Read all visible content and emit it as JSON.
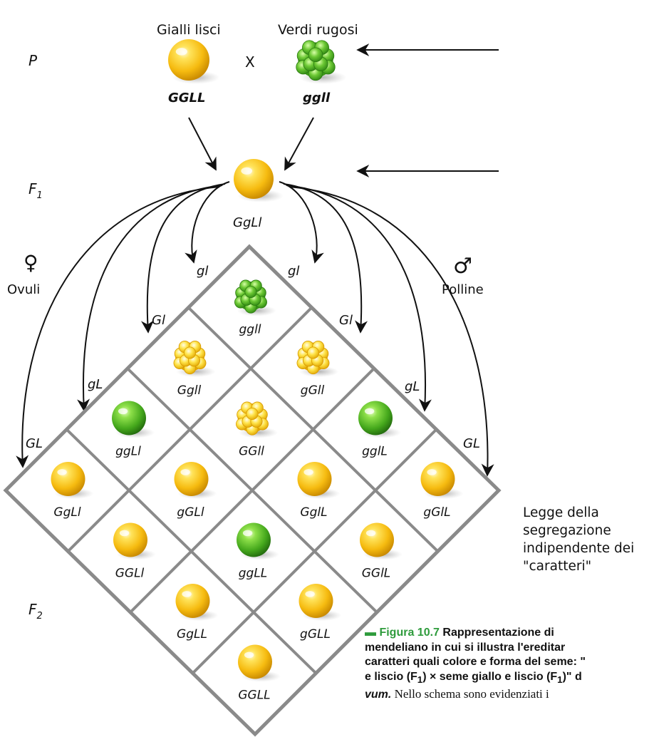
{
  "parents": {
    "generation": "P",
    "cross_symbol": "X",
    "left": {
      "label": "Gialli lisci",
      "genotype": "GGLL",
      "color": "yellow",
      "shape": "smooth"
    },
    "right": {
      "label": "Verdi rugosi",
      "genotype": "ggll",
      "color": "green",
      "shape": "wrinkled"
    }
  },
  "f1": {
    "generation": "F",
    "generation_sub": "1",
    "genotype": "GgLl"
  },
  "f2": {
    "generation": "F",
    "generation_sub": "2"
  },
  "female": {
    "symbol": "♀",
    "label": "Ovuli"
  },
  "male": {
    "symbol": "♂",
    "label": "Polline"
  },
  "gametes_left": [
    "gl",
    "Gl",
    "gL",
    "GL"
  ],
  "gametes_right": [
    "gl",
    "Gl",
    "gL",
    "GL"
  ],
  "grid": [
    {
      "genotype": "ggll",
      "color": "green",
      "shape": "wrinkled"
    },
    {
      "genotype": "Ggll",
      "color": "yellow",
      "shape": "wrinkled"
    },
    {
      "genotype": "gGll",
      "color": "yellow",
      "shape": "wrinkled"
    },
    {
      "genotype": "ggLl",
      "color": "green",
      "shape": "smooth"
    },
    {
      "genotype": "GGll",
      "color": "yellow",
      "shape": "wrinkled"
    },
    {
      "genotype": "gglL",
      "color": "green",
      "shape": "smooth"
    },
    {
      "genotype": "GgLl",
      "color": "yellow",
      "shape": "smooth"
    },
    {
      "genotype": "gGLl",
      "color": "yellow",
      "shape": "smooth"
    },
    {
      "genotype": "GglL",
      "color": "yellow",
      "shape": "smooth"
    },
    {
      "genotype": "gGlL",
      "color": "yellow",
      "shape": "smooth"
    },
    {
      "genotype": "GGLl",
      "color": "yellow",
      "shape": "smooth"
    },
    {
      "genotype": "ggLL",
      "color": "green",
      "shape": "smooth"
    },
    {
      "genotype": "GGlL",
      "color": "yellow",
      "shape": "smooth"
    },
    {
      "genotype": "GgLL",
      "color": "yellow",
      "shape": "smooth"
    },
    {
      "genotype": "gGLL",
      "color": "yellow",
      "shape": "smooth"
    },
    {
      "genotype": "GGLL",
      "color": "yellow",
      "shape": "smooth"
    }
  ],
  "law_text": [
    "Legge della",
    "segregazione",
    "indipendente dei",
    "\"caratteri\""
  ],
  "caption": {
    "fig_label": "Figura 10.7",
    "line1_bold": "Rappresentazione di",
    "line2": "mendeliano in cui si illustra l'ereditar",
    "line3": "caratteri quali colore e forma del seme: \"",
    "line4_a": "e liscio (F",
    "line4_sub1": "1",
    "line4_b": ") × seme giallo e liscio (F",
    "line4_sub2": "1",
    "line4_c": ")\" d",
    "line5_bold": "vum.",
    "line5_rest": " Nello schema sono evidenziati i"
  },
  "colors": {
    "yellow_light": "#fff3a0",
    "yellow_mid": "#f9c61a",
    "yellow_dark": "#d99a00",
    "green_light": "#c9f08a",
    "green_mid": "#5cc02a",
    "green_dark": "#2f8a14",
    "grid_line": "#999999",
    "caption_accent": "#2e9b3c"
  }
}
